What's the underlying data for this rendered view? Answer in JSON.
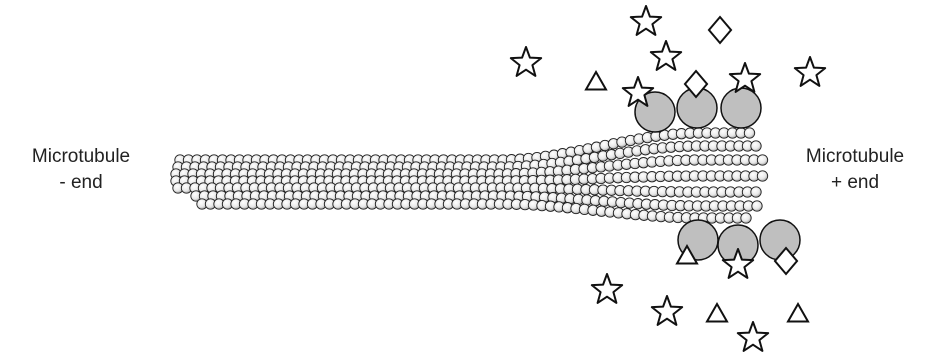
{
  "labels": {
    "minus_end_line1": "Microtubule",
    "minus_end_line2": "- end",
    "plus_end_line1": "Microtubule",
    "plus_end_line2": "+ end"
  },
  "colors": {
    "subunit_fill": "#f2f2f2",
    "subunit_stroke": "#222222",
    "binding_protein_fill": "#bfbfbf",
    "marker_fill": "#ffffff",
    "marker_stroke": "#111111"
  },
  "legend_shapes": [
    "star",
    "diamond",
    "triangle",
    "circle"
  ]
}
